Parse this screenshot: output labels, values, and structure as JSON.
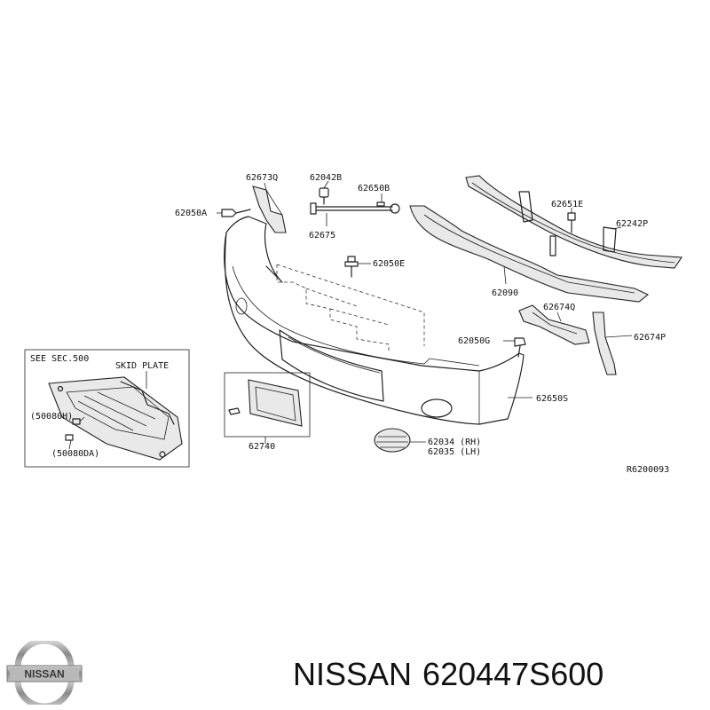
{
  "diagram": {
    "labels": {
      "p62673Q": "62673Q",
      "p62042B": "62042B",
      "p62650B": "62650B",
      "p62050A": "62050A",
      "p62675": "62675",
      "p62050E": "62050E",
      "p62651E": "62651E",
      "p62242P": "62242P",
      "p62090": "62090",
      "p62674Q": "62674Q",
      "p62050G": "62050G",
      "p62674P": "62674P",
      "p62650S": "62650S",
      "p62740": "62740",
      "p62034": "62034 (RH)",
      "p62035": "62035 (LH)",
      "ref": "R6200093"
    },
    "inset": {
      "see_sec": "SEE SEC.500",
      "skid_plate": "SKID PLATE",
      "c50080H": "(50080H)",
      "c50080DA": "(50080DA)"
    }
  },
  "footer": {
    "brand": "NISSAN",
    "part_number": "620447S600"
  },
  "logo": {
    "text": "NISSAN"
  }
}
